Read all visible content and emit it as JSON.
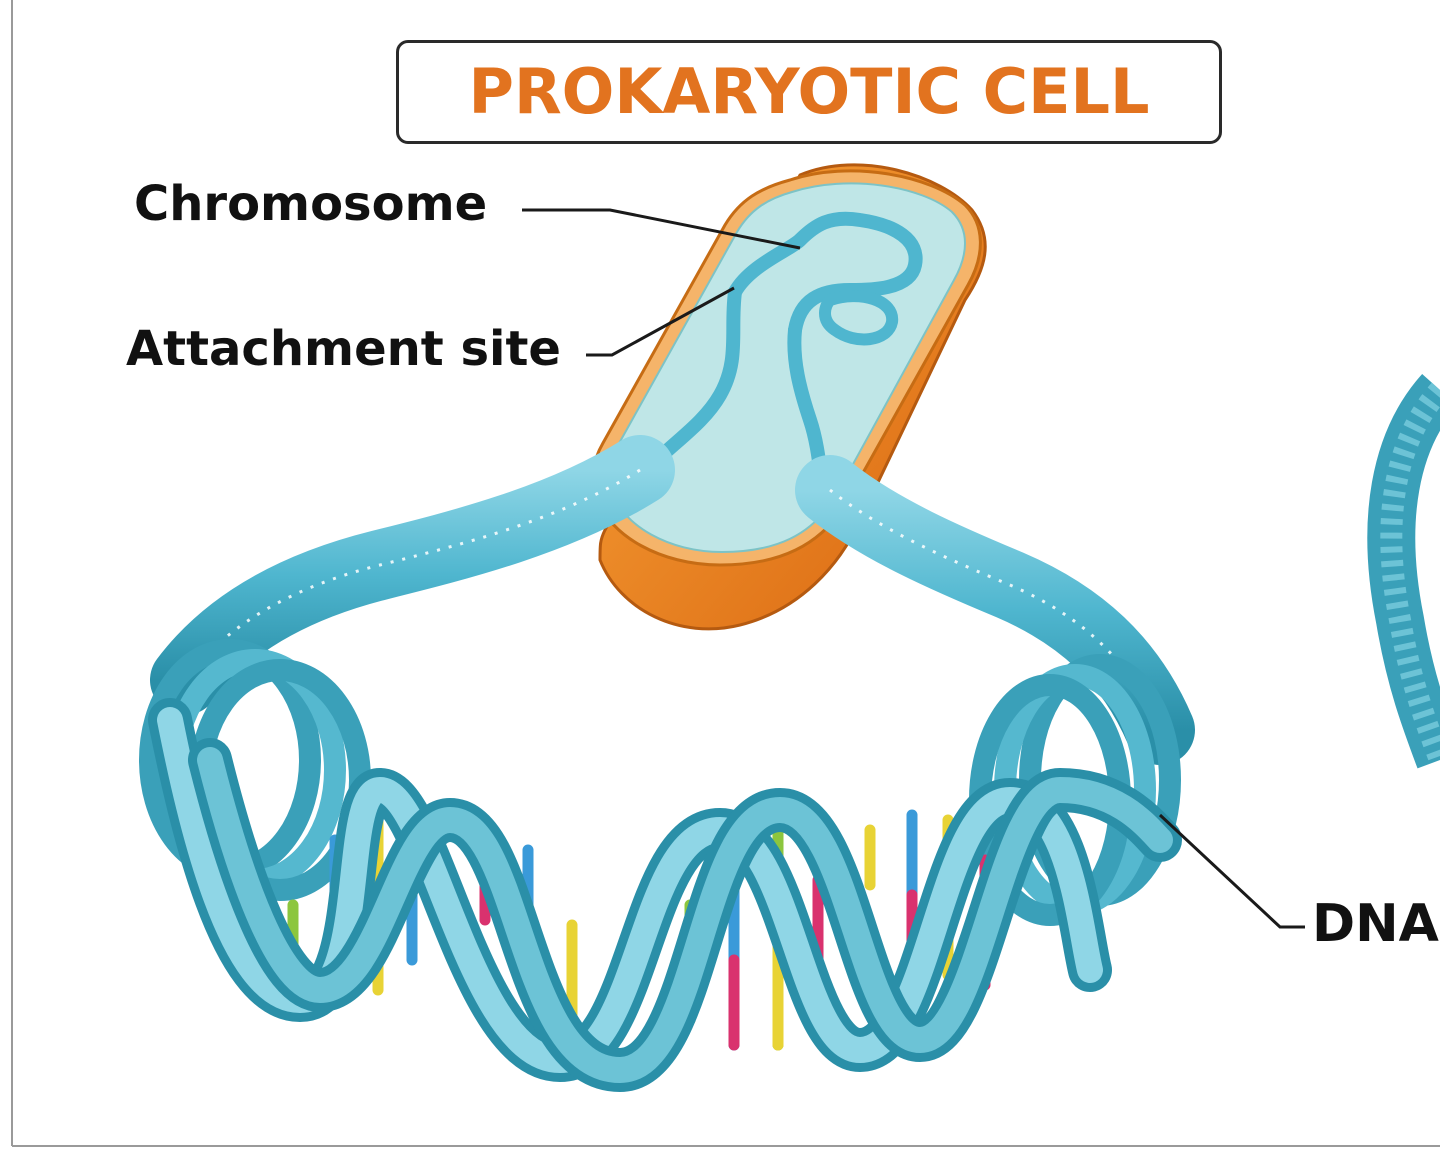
{
  "title": "PROKARYOTIC CELL",
  "labels": {
    "chromosome": "Chromosome",
    "attachment_site": "Attachment site",
    "dna": "DNA"
  },
  "colors": {
    "title_orange": "#e2731f",
    "cell_membrane": "#f08a1c",
    "cytoplasm": "#b9e4e6",
    "dna_strand": "#4fb6cf",
    "dna_strand_dark": "#2a8fa8",
    "base_pairs": [
      "#d9326e",
      "#3a9ad9",
      "#e8d335",
      "#8cc63e"
    ]
  },
  "icons": [
    "prokaryotic-cell-illustration",
    "dna-double-helix-illustration"
  ]
}
